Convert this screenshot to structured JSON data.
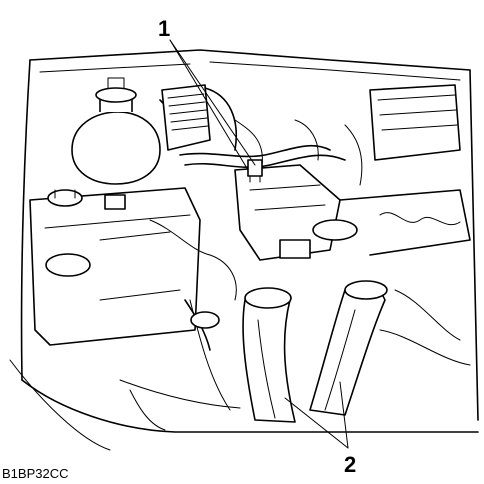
{
  "callouts": [
    {
      "id": "1",
      "label": "1"
    },
    {
      "id": "2",
      "label": "2"
    }
  ],
  "figure_code": "B1BP32CC"
}
